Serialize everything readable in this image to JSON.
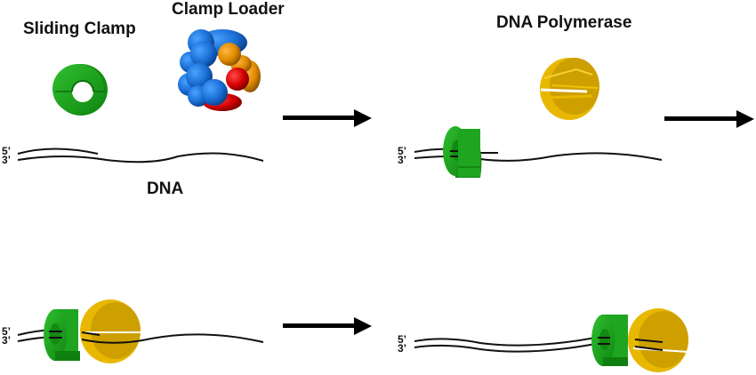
{
  "labels": {
    "sliding_clamp": "Sliding Clamp",
    "clamp_loader": "Clamp Loader",
    "dna_polymerase": "DNA Polymerase",
    "dna": "DNA"
  },
  "strand_ends": {
    "five_prime": "5’",
    "three_prime": "3’"
  },
  "colors": {
    "clamp": "#1f9e1f",
    "clamp_dark": "#127a12",
    "loader_blue": "#1a6fd6",
    "loader_orange": "#e08a00",
    "loader_red": "#d60000",
    "polymerase": "#f2c200",
    "polymerase_dark": "#c99a00",
    "dna": "#111111",
    "arrow": "#000000"
  },
  "panels": [
    {
      "step": 1,
      "components": [
        "sliding-clamp",
        "clamp-loader",
        "dna"
      ]
    },
    {
      "step": 2,
      "components": [
        "clamp-on-dna",
        "dna-polymerase"
      ]
    },
    {
      "step": 3,
      "components": [
        "clamp-polymerase-complex-on-dna"
      ]
    },
    {
      "step": 4,
      "components": [
        "complex-moved-along-dna"
      ]
    }
  ]
}
